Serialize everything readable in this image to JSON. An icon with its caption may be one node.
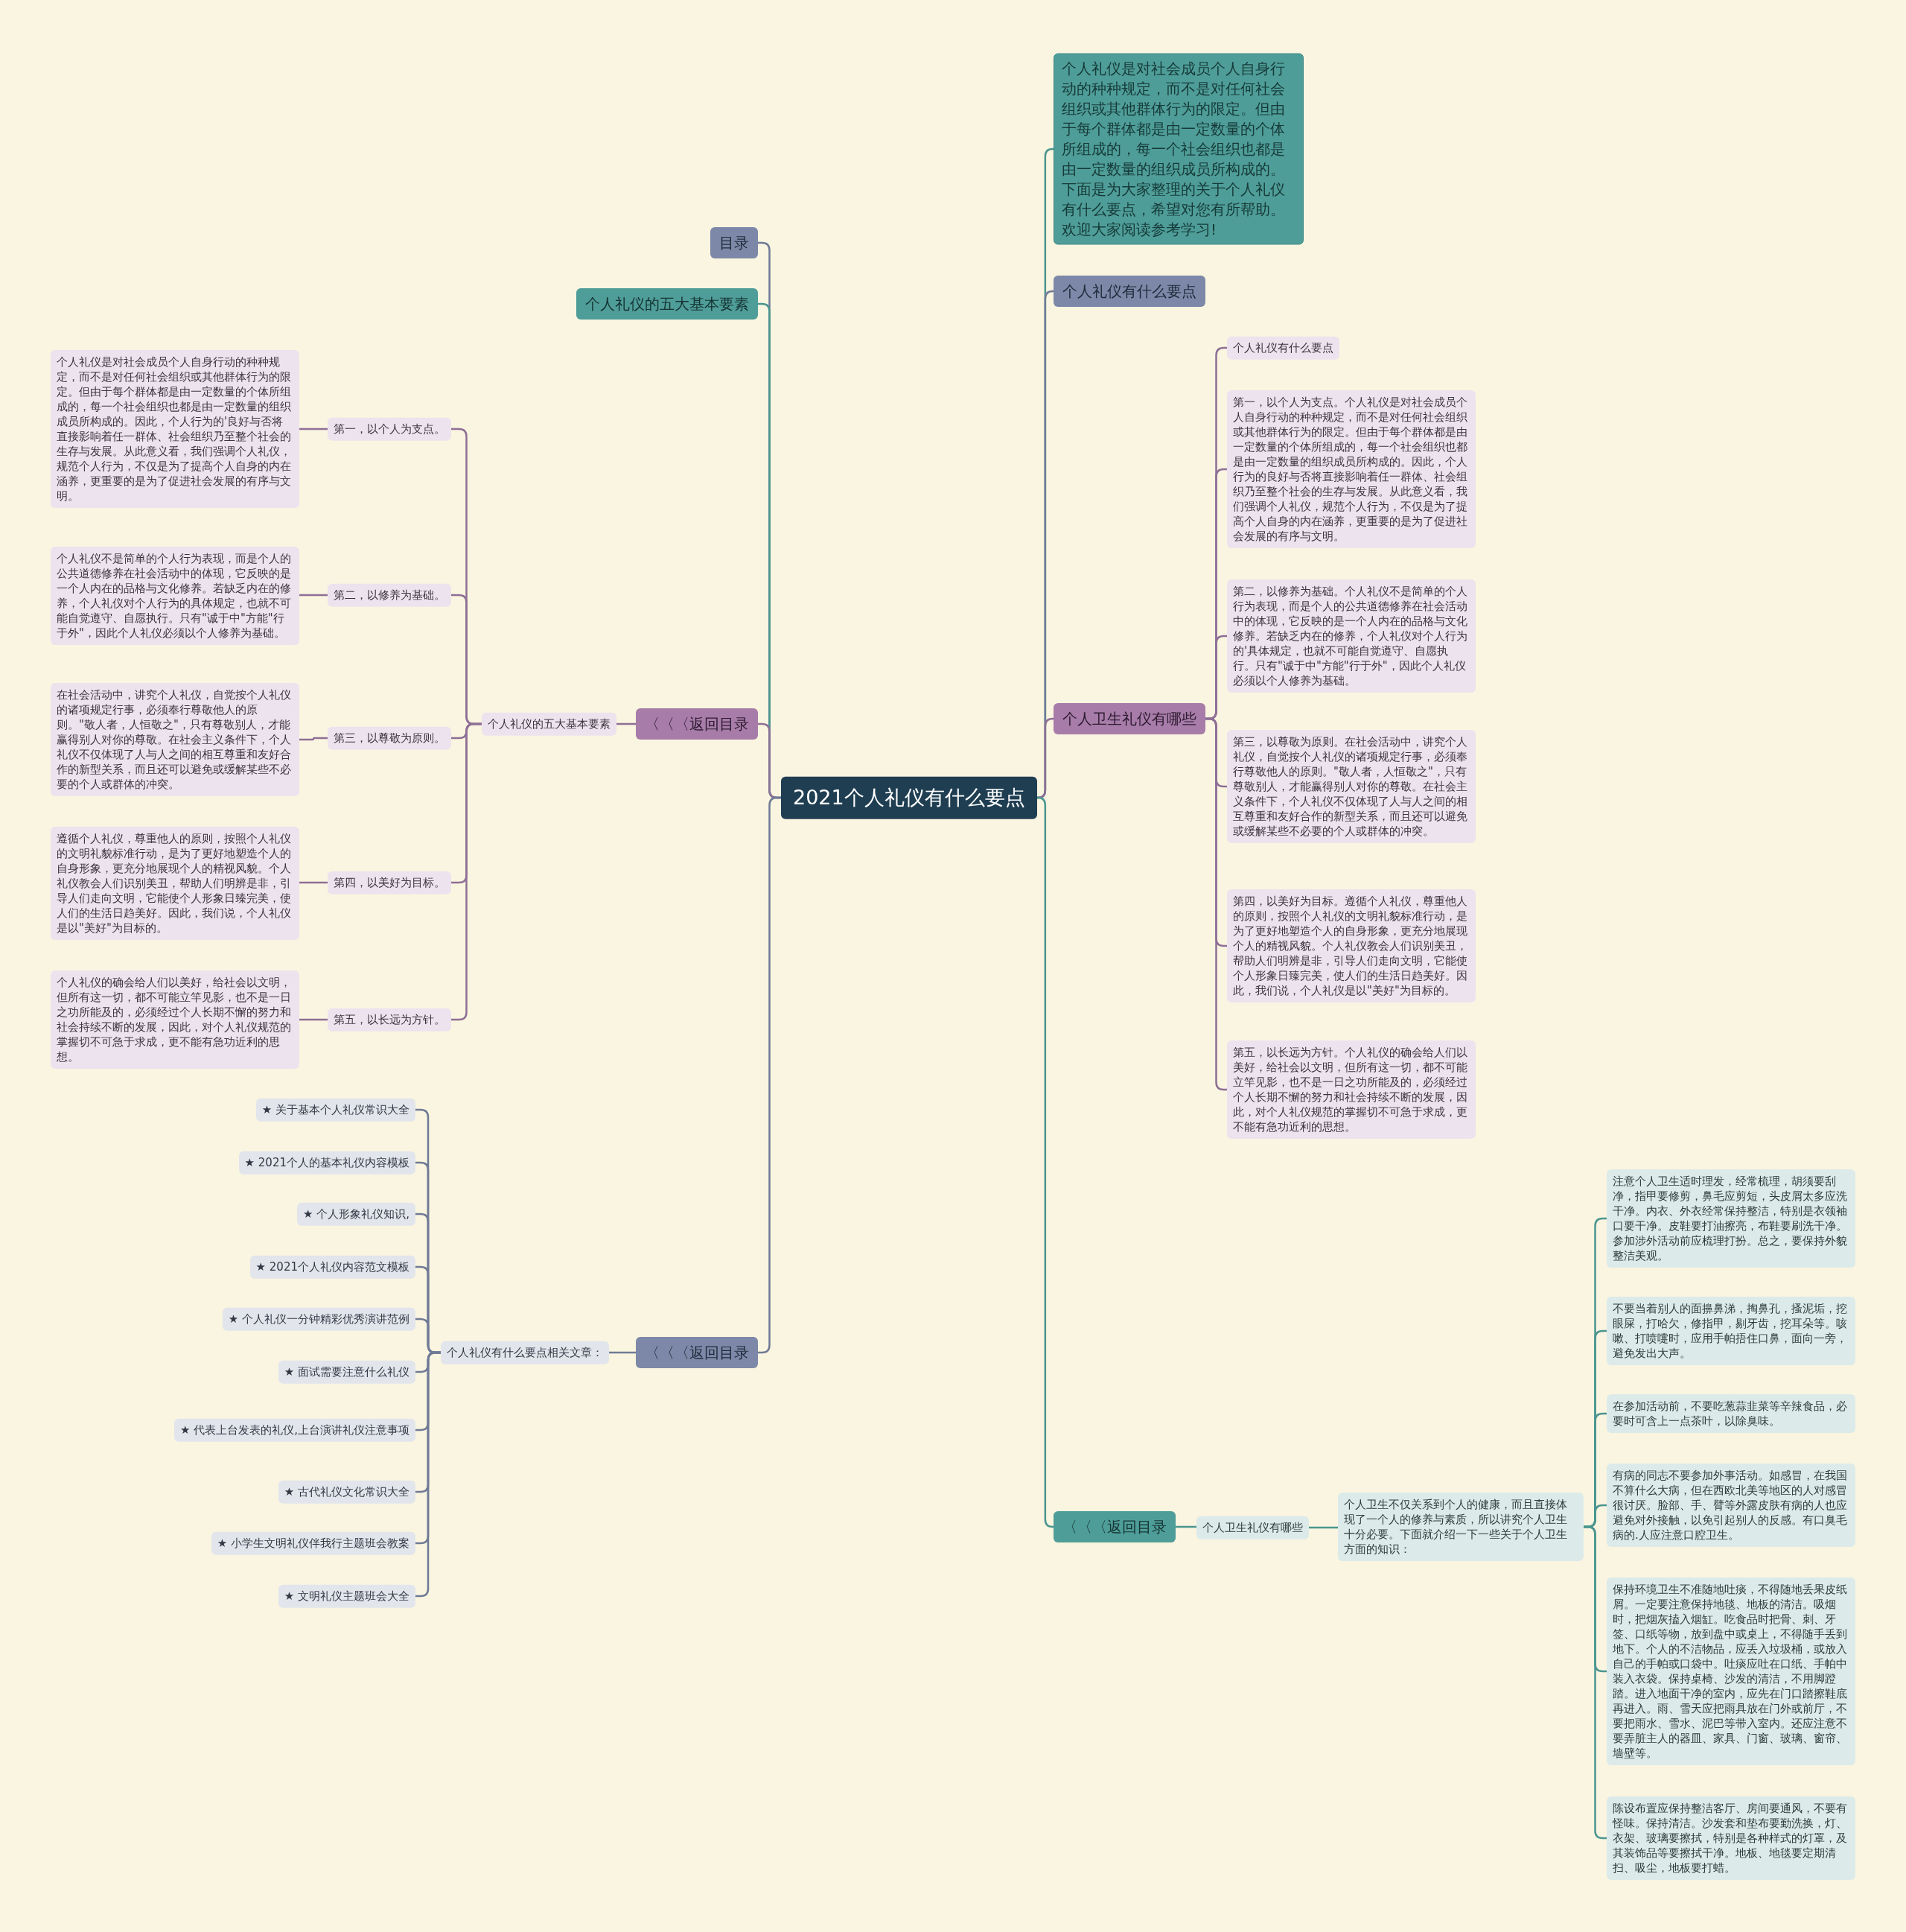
{
  "diagram": {
    "nodes": [
      {
        "text": [
          "2021个人礼仪有什么要点"
        ]
      },
      {
        "text": [
          "目录"
        ]
      },
      {
        "text": [
          "个人礼仪的五大基本要素"
        ]
      },
      {
        "text": [
          "〈〈〈返回目录"
        ]
      },
      {
        "text": [
          "个人礼仪的五大基本要素"
        ]
      },
      {
        "text": [
          "第一，以个人为支点。"
        ]
      },
      {
        "text": [
          "个人礼仪是对社会成员个人自身行动的种种规定，而不是对任何社会组织或其他群体行为的限定。但由于每个群体都是由一定数量的个体所组成的，每一个社会组织也都是由一定数量的组织成员所构成的。因此，个人行为的'良好与否将直接影响着任一群体、社会组织乃至整个社会的生存与发展。从此意义看，我们强调个人礼仪，规范个人行为，不仅是为了提高个人自身的内在涵养，更重要的是为了促进社会发展的有序与文明。"
        ]
      },
      {
        "text": [
          "第二，以修养为基础。"
        ]
      },
      {
        "text": [
          "个人礼仪不是简单的个人行为表现，而是个人的公共道德修养在社会活动中的体现，它反映的是一个人内在的品格与文化修养。若缺乏内在的修养，个人礼仪对个人行为的具体规定，也就不可能自觉遵守、自愿执行。只有\"诚于中\"方能\"行于外\"，因此个人礼仪必须以个人修养为基础。"
        ]
      },
      {
        "text": [
          "第三，以尊敬为原则。"
        ]
      },
      {
        "text": [
          "在社会活动中，讲究个人礼仪，自觉按个人礼仪的诸项规定行事，必须奉行尊敬他人的原则。\"敬人者，人恒敬之\"，只有尊敬别人，才能赢得别人对你的尊敬。在社会主义条件下，个人礼仪不仅体现了人与人之间的相互尊重和友好合作的新型关系，而且还可以避免或缓解某些不必要的个人或群体的冲突。"
        ]
      },
      {
        "text": [
          "第四，以美好为目标。"
        ]
      },
      {
        "text": [
          "遵循个人礼仪，尊重他人的原则，按照个人礼仪的文明礼貌标准行动，是为了更好地塑造个人的自身形象，更充分地展现个人的精视风貌。个人礼仪教会人们识别美丑，帮助人们明辨是非，引导人们走向文明，它能使个人形象日臻完美，使人们的生活日趋美好。因此，我们说，个人礼仪是以\"美好\"为目标的。"
        ]
      },
      {
        "text": [
          "第五，以长远为方针。"
        ]
      },
      {
        "text": [
          "个人礼仪的确会给人们以美好，给社会以文明，但所有这一切，都不可能立竿见影，也不是一日之功所能及的，必须经过个人长期不懈的努力和社会持续不断的发展，因此，对个人礼仪规范的掌握切不可急于求成，更不能有急功近利的思想。"
        ]
      },
      {
        "text": [
          "〈〈〈返回目录"
        ]
      },
      {
        "text": [
          "个人礼仪有什么要点相关文章："
        ]
      },
      {
        "text": [
          "★ 关于基本个人礼仪常识大全"
        ]
      },
      {
        "text": [
          "★ 2021个人的基本礼仪内容模板"
        ]
      },
      {
        "text": [
          "★ 个人形象礼仪知识,"
        ]
      },
      {
        "text": [
          "★ 2021个人礼仪内容范文模板"
        ]
      },
      {
        "text": [
          "★ 个人礼仪一分钟精彩优秀演讲范例"
        ]
      },
      {
        "text": [
          "★ 面试需要注意什么礼仪"
        ]
      },
      {
        "text": [
          "★ 代表上台发表的礼仪,上台演讲礼仪注意事项"
        ]
      },
      {
        "text": [
          "★ 古代礼仪文化常识大全"
        ]
      },
      {
        "text": [
          "★ 小学生文明礼仪伴我行主题班会教案"
        ]
      },
      {
        "text": [
          "★ 文明礼仪主题班会大全"
        ]
      },
      {
        "text": [
          "个人礼仪是对社会成员个人自身行动的种种规定，而不是对任何社会组织或其他群体行为的限定。但由于每个群体都是由一定数量的个体所组成的，每一个社会组织也都是由一定数量的组织成员所构成的。下面是为大家整理的关于个人礼仪有什么要点，希望对您有所帮助。欢迎大家阅读参考学习!"
        ]
      },
      {
        "text": [
          "个人礼仪有什么要点"
        ]
      },
      {
        "text": [
          "个人卫生礼仪有哪些"
        ]
      },
      {
        "text": [
          "个人礼仪有什么要点"
        ]
      },
      {
        "text": [
          "第一，以个人为支点。个人礼仪是对社会成员个人自身行动的种种规定，而不是对任何社会组织或其他群体行为的限定。但由于每个群体都是由一定数量的个体所组成的，每一个社会组织也都是由一定数量的组织成员所构成的。因此，个人行为的良好与否将直接影响着任一群体、社会组织乃至整个社会的生存与发展。从此意义看，我们强调个人礼仪，规范个人行为，不仅是为了提高个人自身的内在涵养，更重要的是为了促进社会发展的有序与文明。"
        ]
      },
      {
        "text": [
          "第二，以修养为基础。个人礼仪不是简单的个人行为表现，而是个人的公共道德修养在社会活动中的体现，它反映的是一个人内在的品格与文化修养。若缺乏内在的修养，个人礼仪对个人行为的'具体规定，也就不可能自觉遵守、自愿执行。只有\"诚于中\"方能\"行于外\"，因此个人礼仪必须以个人修养为基础。"
        ]
      },
      {
        "text": [
          "第三，以尊敬为原则。在社会活动中，讲究个人礼仪，自觉按个人礼仪的诸项规定行事，必须奉行尊敬他人的原则。\"敬人者，人恒敬之\"，只有尊敬别人，才能赢得别人对你的尊敬。在社会主义条件下，个人礼仪不仅体现了人与人之间的相互尊重和友好合作的新型关系，而且还可以避免或缓解某些不必要的个人或群体的冲突。"
        ]
      },
      {
        "text": [
          "第四，以美好为目标。遵循个人礼仪，尊重他人的原则，按照个人礼仪的文明礼貌标准行动，是为了更好地塑造个人的自身形象，更充分地展现个人的精视风貌。个人礼仪教会人们识别美丑，帮助人们明辨是非，引导人们走向文明，它能使个人形象日臻完美，使人们的生活日趋美好。因此，我们说，个人礼仪是以\"美好\"为目标的。"
        ]
      },
      {
        "text": [
          "第五，以长远为方针。个人礼仪的确会给人们以美好，给社会以文明，但所有这一切，都不可能立竿见影，也不是一日之功所能及的，必须经过个人长期不懈的努力和社会持续不断的发展，因此，对个人礼仪规范的掌握切不可急于求成，更不能有急功近利的思想。"
        ]
      },
      {
        "text": [
          "〈〈〈返回目录"
        ]
      },
      {
        "text": [
          "个人卫生礼仪有哪些"
        ]
      },
      {
        "text": [
          "个人卫生不仅关系到个人的健康，而且直接体现了一个人的修养与素质，所以讲究个人卫生十分必要。下面就介绍一下一些关于个人卫生方面的知识："
        ]
      },
      {
        "text": [
          "注意个人卫生适时理发，经常梳理，胡须要刮净，指甲要修剪，鼻毛应剪短，头皮屑太多应洗干净。内衣、外衣经常保持整洁，特别是衣领袖口要干净。皮鞋要打油擦亮，布鞋要刷洗干净。参加涉外活动前应梳理打扮。总之，要保持外貌整洁美观。"
        ]
      },
      {
        "text": [
          "不要当着别人的面擤鼻涕，掏鼻孔，搔泥垢，挖眼屎，打哈欠，修指甲，剔牙齿，挖耳朵等。咳嗽、打喷嚏时，应用手帕捂住口鼻，面向一旁，避免发出大声。"
        ]
      },
      {
        "text": [
          "在参加活动前，不要吃葱蒜韭菜等辛辣食品，必要时可含上一点茶叶，以除臭味。"
        ]
      },
      {
        "text": [
          "有病的同志不要参加外事活动。如感冒，在我国不算什么大病，但在西欧北美等地区的人对感冒很讨厌。脸部、手、臂等外露皮肤有病的人也应避免对外接触，以免引起别人的反感。有口臭毛病的.人应注意口腔卫生。"
        ]
      },
      {
        "text": [
          "保持环境卫生不准随地吐痰，不得随地丢果皮纸屑。一定要注意保持地毯、地板的清洁。吸烟时，把烟灰搕入烟缸。吃食品时把骨、刺、牙签、口纸等物，放到盘中或桌上，不得随手丢到地下。个人的不洁物品，应丢入垃圾桶，或放入自己的手帕或口袋中。吐痰应吐在口纸、手帕中装入衣袋。保持桌椅、沙发的清洁，不用脚蹬踏。进入地面干净的室内，应先在门口踏擦鞋底再进入。雨、雪天应把雨具放在门外或前厅，不要把雨水、雪水、泥巴等带入室内。还应注意不要弄脏主人的器皿、家具、门窗、玻璃、窗帘、墙壁等。"
        ]
      },
      {
        "text": [
          "陈设布置应保持整洁客厅、房间要通风，不要有怪味。保持清洁。沙发套和垫布要勤洗换，灯、衣架、玻璃要擦拭，特别是各种样式的灯罩，及其装饰品等要擦拭干净。地板、地毯要定期清扫、吸尘，地板要打蜡。"
        ]
      }
    ],
    "edges": [
      {
        "from": 0,
        "to": 1,
        "arrow": "none",
        "color": "#6f7a96"
      },
      {
        "from": 0,
        "to": 2,
        "arrow": "none",
        "color": "#4a9590"
      },
      {
        "from": 0,
        "to": 3,
        "arrow": "none"
      },
      {
        "from": 0,
        "to": 15,
        "arrow": "none",
        "color": "#6f7a96"
      },
      {
        "from": 3,
        "to": 4,
        "arrow": "none"
      },
      {
        "from": 4,
        "to": 5,
        "arrow": "none"
      },
      {
        "from": 4,
        "to": 7,
        "arrow": "none"
      },
      {
        "from": 4,
        "to": 9,
        "arrow": "none"
      },
      {
        "from": 4,
        "to": 11,
        "arrow": "none"
      },
      {
        "from": 4,
        "to": 13,
        "arrow": "none"
      },
      {
        "from": 5,
        "to": 6,
        "arrow": "none"
      },
      {
        "from": 7,
        "to": 8,
        "arrow": "none"
      },
      {
        "from": 9,
        "to": 10,
        "arrow": "none"
      },
      {
        "from": 11,
        "to": 12,
        "arrow": "none"
      },
      {
        "from": 13,
        "to": 14,
        "arrow": "none"
      },
      {
        "from": 15,
        "to": 16,
        "arrow": "none",
        "color": "#6f7a96"
      },
      {
        "from": 16,
        "to": 17,
        "arrow": "none",
        "color": "#6f7a96"
      },
      {
        "from": 16,
        "to": 18,
        "arrow": "none",
        "color": "#6f7a96"
      },
      {
        "from": 16,
        "to": 19,
        "arrow": "none",
        "color": "#6f7a96"
      },
      {
        "from": 16,
        "to": 20,
        "arrow": "none",
        "color": "#6f7a96"
      },
      {
        "from": 16,
        "to": 21,
        "arrow": "none",
        "color": "#6f7a96"
      },
      {
        "from": 16,
        "to": 22,
        "arrow": "none",
        "color": "#6f7a96"
      },
      {
        "from": 16,
        "to": 23,
        "arrow": "none",
        "color": "#6f7a96"
      },
      {
        "from": 16,
        "to": 24,
        "arrow": "none",
        "color": "#6f7a96"
      },
      {
        "from": 16,
        "to": 25,
        "arrow": "none",
        "color": "#6f7a96"
      },
      {
        "from": 16,
        "to": 26,
        "arrow": "none",
        "color": "#6f7a96"
      },
      {
        "from": 0,
        "to": 27,
        "arrow": "none",
        "color": "#4a9590"
      },
      {
        "from": 0,
        "to": 28,
        "arrow": "none",
        "color": "#6f7a96"
      },
      {
        "from": 0,
        "to": 29,
        "arrow": "none"
      },
      {
        "from": 0,
        "to": 36,
        "arrow": "none",
        "color": "#4a9590"
      },
      {
        "from": 29,
        "to": 30,
        "arrow": "none"
      },
      {
        "from": 29,
        "to": 31,
        "arrow": "none"
      },
      {
        "from": 29,
        "to": 32,
        "arrow": "none"
      },
      {
        "from": 29,
        "to": 33,
        "arrow": "none"
      },
      {
        "from": 29,
        "to": 34,
        "arrow": "none"
      },
      {
        "from": 29,
        "to": 35,
        "arrow": "none"
      },
      {
        "from": 36,
        "to": 37,
        "arrow": "none",
        "color": "#4a9590"
      },
      {
        "from": 37,
        "to": 38,
        "arrow": "none",
        "color": "#4a9590"
      },
      {
        "from": 38,
        "to": 39,
        "arrow": "none",
        "color": "#4a9590"
      },
      {
        "from": 38,
        "to": 40,
        "arrow": "none",
        "color": "#4a9590"
      },
      {
        "from": 38,
        "to": 41,
        "arrow": "none",
        "color": "#4a9590"
      },
      {
        "from": 38,
        "to": 42,
        "arrow": "none",
        "color": "#4a9590"
      },
      {
        "from": 38,
        "to": 43,
        "arrow": "none",
        "color": "#4a9590"
      },
      {
        "from": 38,
        "to": 44,
        "arrow": "none",
        "color": "#4a9590"
      }
    ]
  }
}
